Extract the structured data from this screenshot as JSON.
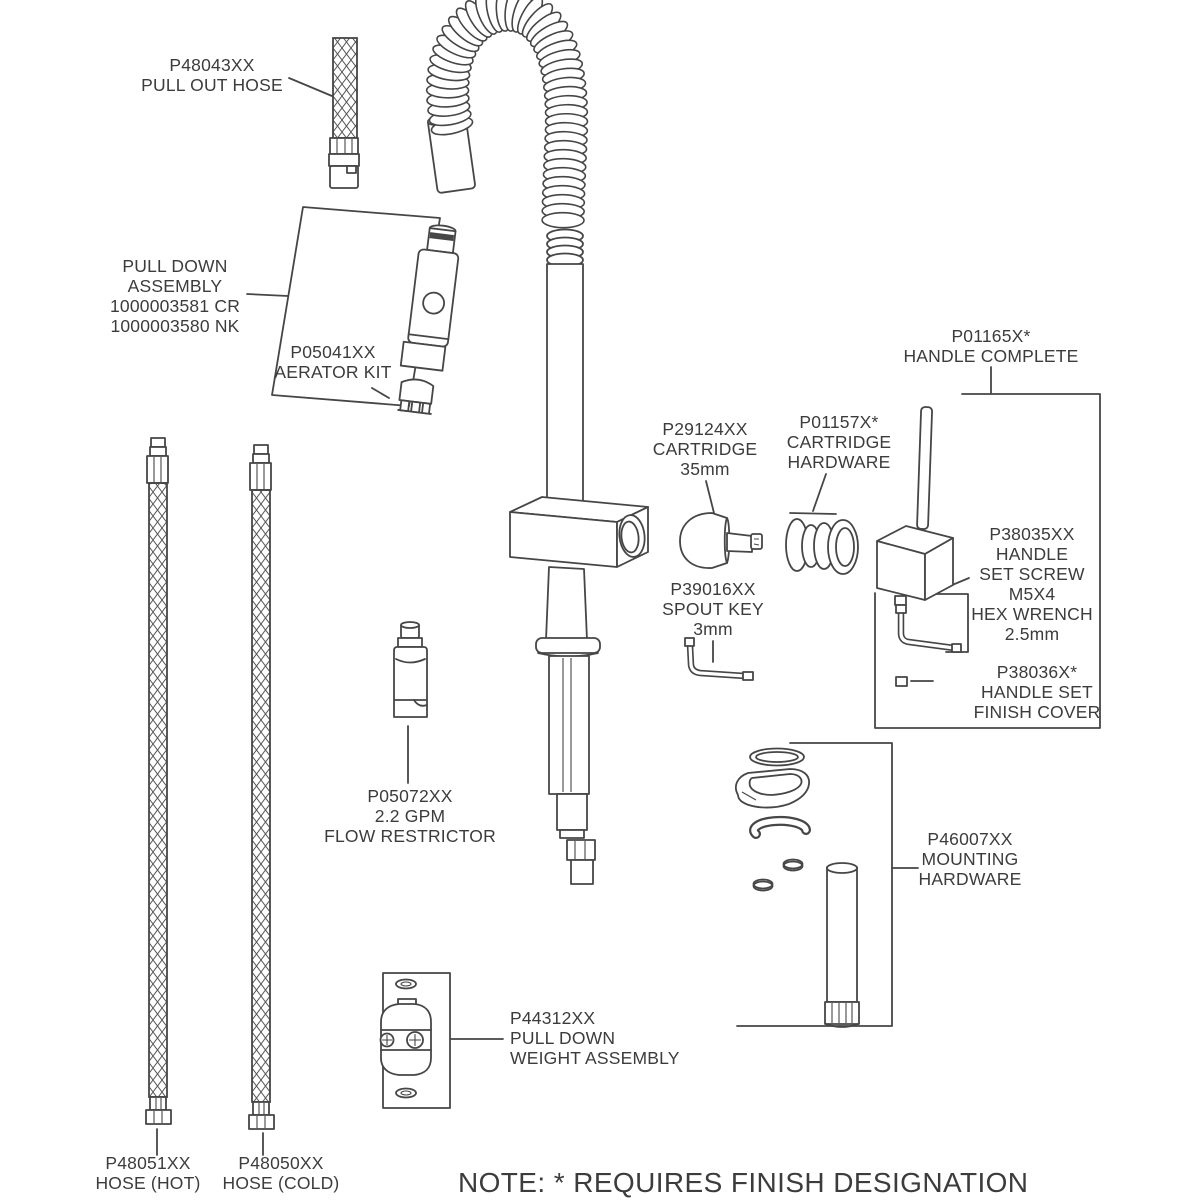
{
  "diagram": {
    "note": "NOTE: * REQUIRES FINISH DESIGNATION",
    "labels": {
      "pull_out_hose": "P48043XX\nPULL OUT HOSE",
      "pull_down_assembly": "PULL DOWN\nASSEMBLY\n1000003581 CR\n1000003580 NK",
      "aerator_kit": "P05041XX\nAERATOR KIT",
      "cartridge": "P29124XX\nCARTRIDGE\n35mm",
      "cartridge_hardware": "P01157X*\nCARTRIDGE\nHARDWARE",
      "handle_complete": "P01165X*\nHANDLE COMPLETE",
      "handle_set_screw": "P38035XX\nHANDLE\nSET SCREW\nM5X4\nHEX WRENCH\n2.5mm",
      "handle_finish_cover": "P38036X*\nHANDLE SET\nFINISH COVER",
      "spout_key": "P39016XX\nSPOUT KEY\n3mm",
      "flow_restrictor": "P05072XX\n2.2 GPM\nFLOW RESTRICTOR",
      "mounting_hardware": "P46007XX\nMOUNTING\nHARDWARE",
      "weight_assembly": "P44312XX\nPULL DOWN\nWEIGHT ASSEMBLY",
      "hose_hot": "P48051XX\nHOSE (HOT)",
      "hose_cold": "P48050XX\nHOSE (COLD)"
    },
    "colors": {
      "line": "#464646",
      "text": "#3c3c3c",
      "background": "#ffffff"
    }
  }
}
